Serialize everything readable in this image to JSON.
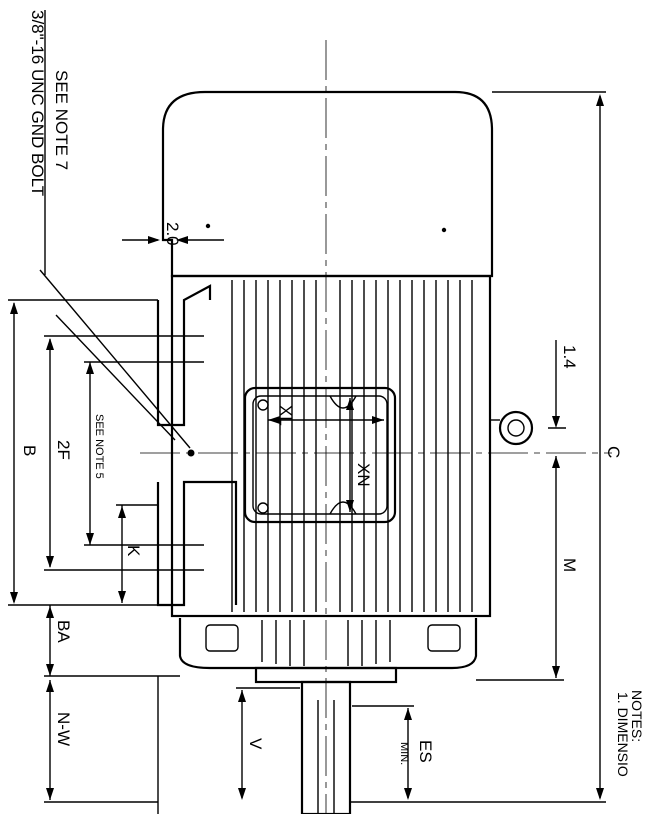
{
  "callouts": {
    "gnd_bolt_line1": "3/8\"-16 UNC GND BOLT",
    "gnd_bolt_line2": "SEE NOTE 7",
    "see_note_5": "SEE NOTE 5"
  },
  "dimensions": {
    "c": "C",
    "b": "B",
    "two_f": "2F",
    "k": "K",
    "ba": "BA",
    "nw": "N-W",
    "v": "V",
    "es": "ES",
    "es_min": "MIN.",
    "m": "M",
    "xl": "XL",
    "xn": "XN",
    "d_2_0": "2.0",
    "d_1_4": "1.4"
  },
  "notes": {
    "header": "NOTES:",
    "line1": "1. DIMENSIO"
  }
}
